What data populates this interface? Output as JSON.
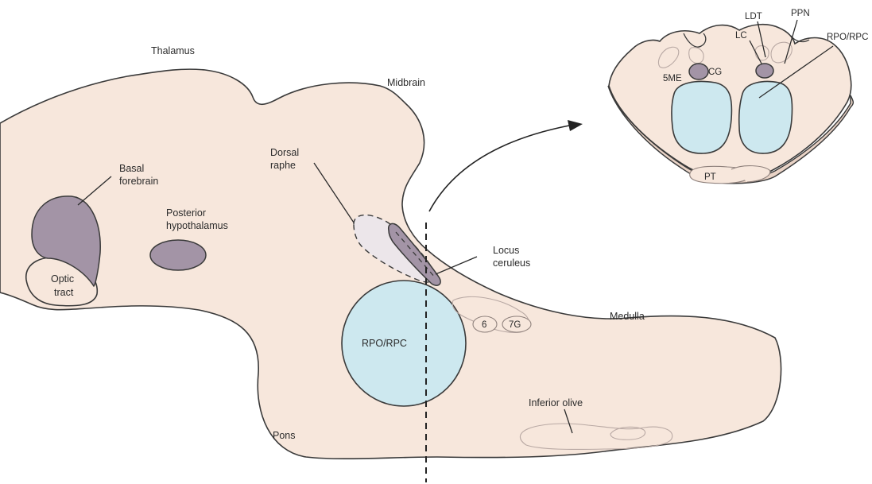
{
  "labels": {
    "thalamus": "Thalamus",
    "midbrain": "Midbrain",
    "basal_forebrain_1": "Basal",
    "basal_forebrain_2": "forebrain",
    "posterior_hypothalamus_1": "Posterior",
    "posterior_hypothalamus_2": "hypothalamus",
    "optic_tract_1": "Optic",
    "optic_tract_2": "tract",
    "dorsal_raphe_1": "Dorsal",
    "dorsal_raphe_2": "raphe",
    "locus_ceruleus_1": "Locus",
    "locus_ceruleus_2": "ceruleus",
    "rpo_rpc": "RPO/RPC",
    "nucleus_6": "6",
    "nucleus_7g": "7G",
    "medulla": "Medulla",
    "inferior_olive": "Inferior olive",
    "pons": "Pons"
  },
  "inset_labels": {
    "ldt": "LDT",
    "ppn": "PPN",
    "lc": "LC",
    "rpo_rpc": "RPO/RPC",
    "cg": "CG",
    "me5": "5ME",
    "pt": "PT"
  },
  "colors": {
    "tissue": "#f7e7dc",
    "outline": "#3a3a3a",
    "nucleus_purple": "#a394a6",
    "raphe_fill": "#ece6ea",
    "rpo_blue": "#cde8ef",
    "faint_outline": "#b9a9a4"
  }
}
